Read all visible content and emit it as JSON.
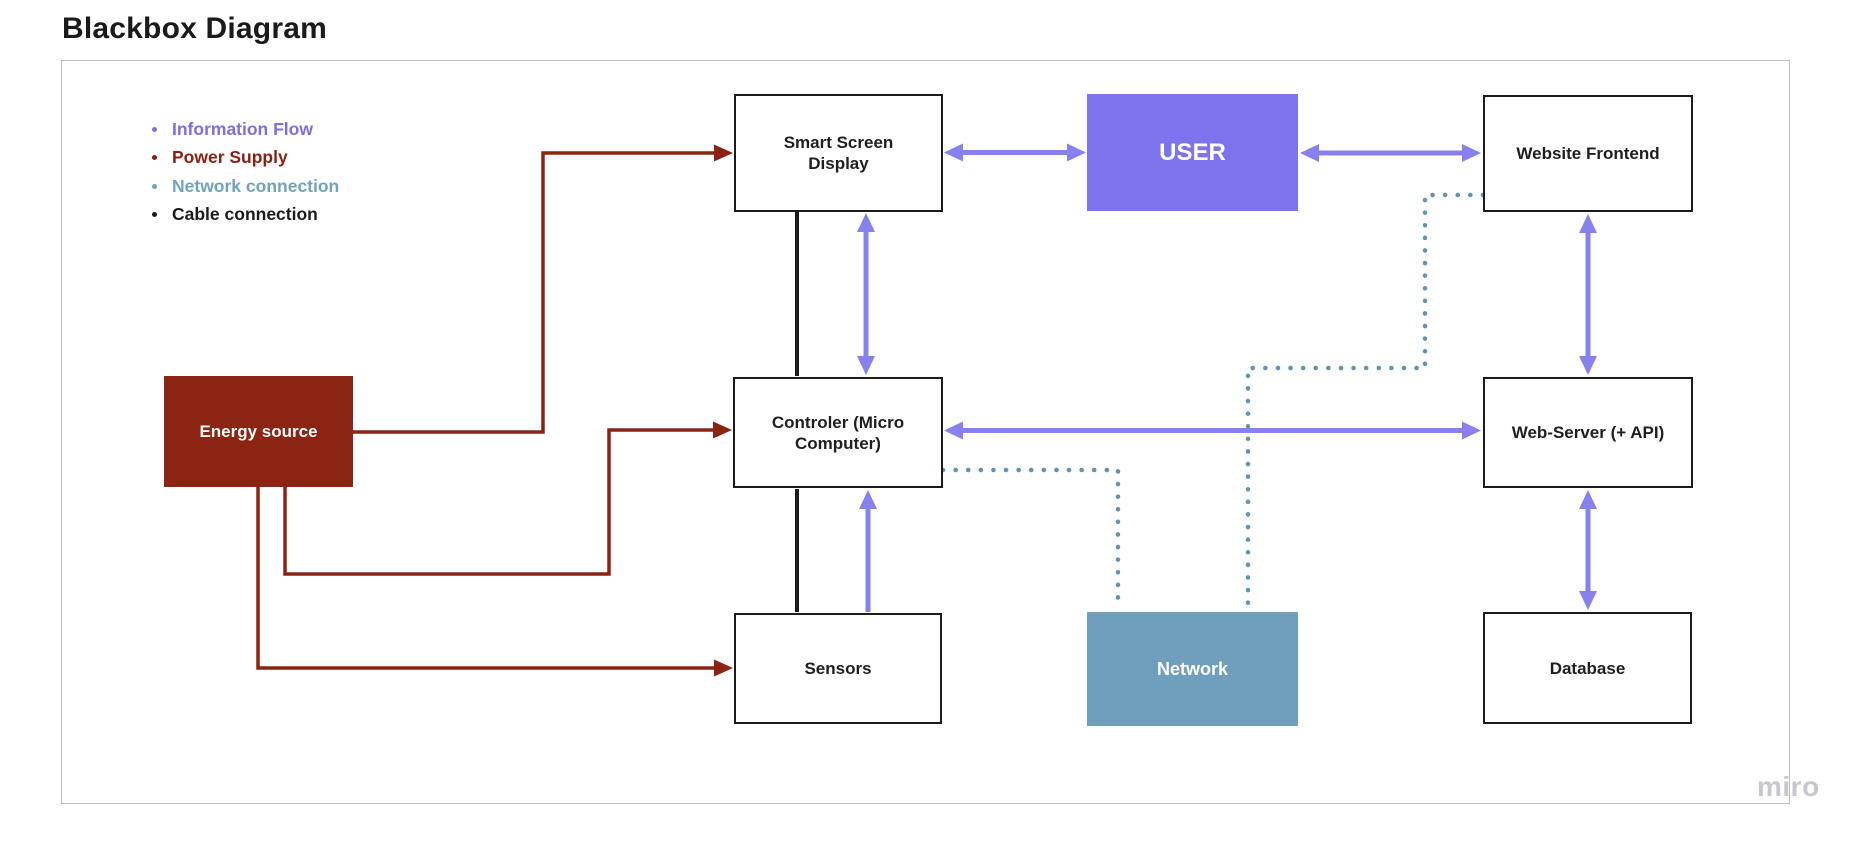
{
  "title": "Blackbox Diagram",
  "watermark": "miro",
  "colors": {
    "information_flow": "#8781f0",
    "power_supply": "#8b2312",
    "network_connection": "#5f93b1",
    "cable_connection": "#1b1b1b",
    "user_box_fill": "#7d73ed",
    "energy_box_fill": "#8b2413",
    "network_box_fill": "#6f9fbd",
    "box_border": "#1c1c1c",
    "frame_border": "#bdbdbd",
    "watermark_gray": "#c6c6cf",
    "title_color": "#1a1a1a"
  },
  "legend": {
    "items": [
      {
        "label": "Information Flow",
        "color": "#7b6fe4"
      },
      {
        "label": "Power Supply",
        "color": "#8b1e10"
      },
      {
        "label": "Network connection",
        "color": "#6fa3c4"
      },
      {
        "label": "Cable connection",
        "color": "#1b1b1b"
      }
    ]
  },
  "nodes": {
    "smart_screen_display": {
      "label": "Smart Screen Display",
      "style": "outlined"
    },
    "user": {
      "label": "USER",
      "style": "filled-purple"
    },
    "website_frontend": {
      "label": "Website Frontend",
      "style": "outlined"
    },
    "energy_source": {
      "label": "Energy source",
      "style": "filled-dark-red"
    },
    "controller": {
      "label": "Controler (Micro Computer)",
      "style": "outlined"
    },
    "web_server": {
      "label": "Web-Server (+ API)",
      "style": "outlined"
    },
    "sensors": {
      "label": "Sensors",
      "style": "outlined"
    },
    "network": {
      "label": "Network",
      "style": "filled-steel-blue"
    },
    "database": {
      "label": "Database",
      "style": "outlined"
    }
  },
  "edges": [
    {
      "from": "energy_source",
      "to": "smart_screen_display",
      "type": "power_supply",
      "direction": "one-way"
    },
    {
      "from": "energy_source",
      "to": "controller",
      "type": "power_supply",
      "direction": "one-way"
    },
    {
      "from": "energy_source",
      "to": "sensors",
      "type": "power_supply",
      "direction": "one-way"
    },
    {
      "from": "smart_screen_display",
      "to": "user",
      "type": "information_flow",
      "direction": "two-way"
    },
    {
      "from": "user",
      "to": "website_frontend",
      "type": "information_flow",
      "direction": "two-way"
    },
    {
      "from": "smart_screen_display",
      "to": "controller",
      "type": "information_flow",
      "direction": "two-way"
    },
    {
      "from": "sensors",
      "to": "controller",
      "type": "information_flow",
      "direction": "one-way"
    },
    {
      "from": "controller",
      "to": "web_server",
      "type": "information_flow",
      "direction": "two-way"
    },
    {
      "from": "website_frontend",
      "to": "web_server",
      "type": "information_flow",
      "direction": "two-way"
    },
    {
      "from": "web_server",
      "to": "database",
      "type": "information_flow",
      "direction": "two-way"
    },
    {
      "from": "smart_screen_display",
      "to": "controller",
      "type": "cable_connection",
      "direction": "none"
    },
    {
      "from": "controller",
      "to": "sensors",
      "type": "cable_connection",
      "direction": "none"
    },
    {
      "from": "controller",
      "to": "network",
      "type": "network_connection",
      "direction": "none"
    },
    {
      "from": "website_frontend",
      "to": "network",
      "type": "network_connection",
      "direction": "none"
    }
  ]
}
